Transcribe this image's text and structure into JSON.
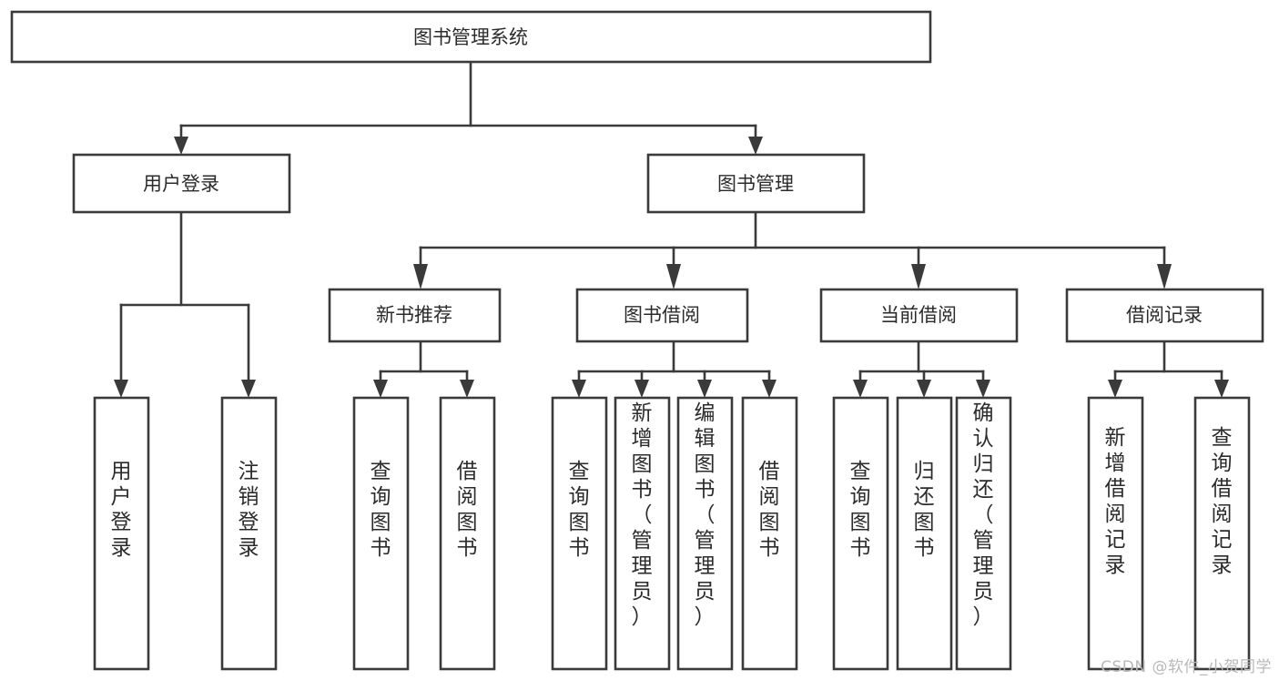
{
  "diagram": {
    "type": "tree-hierarchy",
    "title": "图书管理系统",
    "watermark": "CSDN @软件_小贺同学",
    "colors": {
      "stroke": "#3a3a3a",
      "fill": "#ffffff",
      "text": "#2b2b2b",
      "watermark": "#b9b9b9"
    },
    "root": {
      "label": "图书管理系统"
    },
    "level1": [
      {
        "label": "用户登录"
      },
      {
        "label": "图书管理"
      }
    ],
    "level2": [
      {
        "label": "新书推荐"
      },
      {
        "label": "图书借阅"
      },
      {
        "label": "当前借阅"
      },
      {
        "label": "借阅记录"
      }
    ],
    "leaves": {
      "user_login": [
        {
          "label": "用户登录"
        },
        {
          "label": "注销登录"
        }
      ],
      "new_book": [
        {
          "label": "查询图书"
        },
        {
          "label": "借阅图书"
        }
      ],
      "book_borrow": [
        {
          "label": "查询图书"
        },
        {
          "label": "新增图书（管理员）"
        },
        {
          "label": "编辑图书（管理员）"
        },
        {
          "label": "借阅图书"
        }
      ],
      "current_borrow": [
        {
          "label": "查询图书"
        },
        {
          "label": "归还图书"
        },
        {
          "label": "确认归还（管理员）"
        }
      ],
      "borrow_record": [
        {
          "label": "新增借阅记录"
        },
        {
          "label": "查询借阅记录"
        }
      ]
    }
  }
}
